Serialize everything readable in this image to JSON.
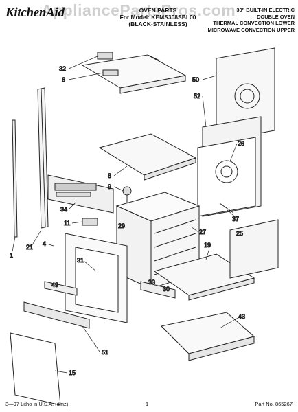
{
  "header": {
    "brand": "KitchenAid",
    "watermark": "AppliancePartsPros.com",
    "title_line1": "OVEN PARTS",
    "title_line2": "For Model: KEMS308SBL00",
    "title_line3": "(BLACK-STAINLESS)",
    "model_line1": "30\" BUILT-IN ELECTRIC",
    "model_line2": "DOUBLE OVEN",
    "model_line3": "THERMAL CONVECTION LOWER",
    "model_line4": "MICROWAVE CONVECTION UPPER"
  },
  "callouts": [
    "32",
    "6",
    "50",
    "52",
    "26",
    "8",
    "9",
    "34",
    "11",
    "29",
    "27",
    "37",
    "25",
    "4",
    "21",
    "1",
    "31",
    "19",
    "33",
    "30",
    "49",
    "43",
    "51",
    "15"
  ],
  "footer": {
    "left": "3—97 Litho in U.S.A. (dmz)",
    "center": "1",
    "right": "Part No. 865267"
  }
}
